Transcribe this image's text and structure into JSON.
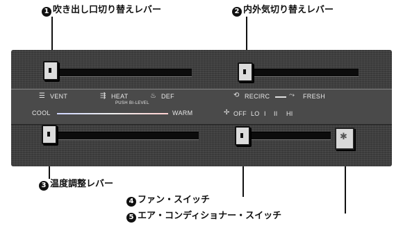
{
  "callouts": {
    "c1": {
      "num": "1",
      "text": "吹き出し口切り替えレバー"
    },
    "c2": {
      "num": "2",
      "text": "内外気切り替えレバー"
    },
    "c3": {
      "num": "3",
      "text": "温度調整レバー"
    },
    "c4": {
      "num": "4",
      "text": "ファン・スイッチ"
    },
    "c5": {
      "num": "5",
      "text": "エア・コンディショナー・スイッチ"
    }
  },
  "panel": {
    "mode": {
      "vent": "VENT",
      "heat": "HEAT",
      "def": "DEF",
      "push": "PUSH",
      "bi_level": "BI-LEVEL"
    },
    "air": {
      "recirc": "RECIRC",
      "fresh": "FRESH"
    },
    "temp": {
      "cool": "COOL",
      "warm": "WARM"
    },
    "fan": {
      "off": "OFF",
      "lo": "LO",
      "s1": "I",
      "s2": "II",
      "hi": "HI"
    }
  }
}
